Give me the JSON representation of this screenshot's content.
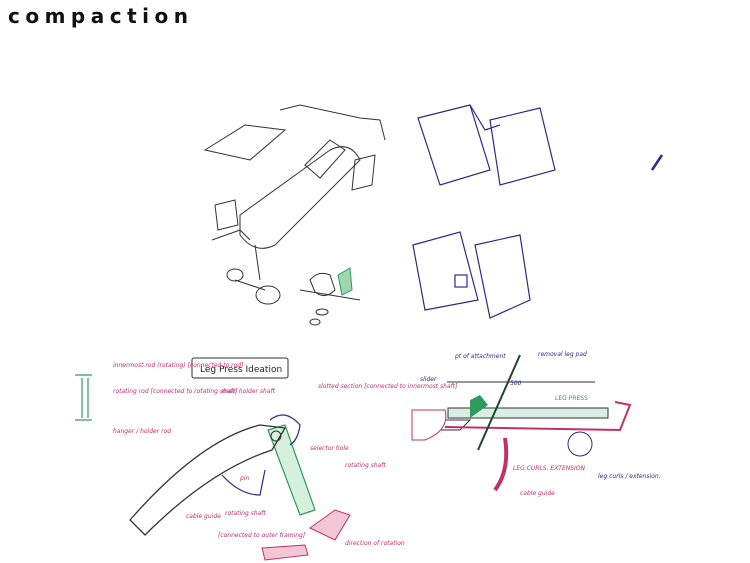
{
  "page": {
    "title": "compaction"
  },
  "sketch_leg_press": {
    "heading": "Leg Press Ideation",
    "labels": {
      "innermost_rod": "innermost rod (rotating) [connected to rod]",
      "rotating": "rotating rod [connected to rotating shaft]",
      "hanger": "hanger / holder rod",
      "main_holder": "main holder shaft",
      "slotted": "slotted section [connected to innermost shaft]",
      "selector_hole": "selector hole",
      "rotating_shaft": "rotating shaft",
      "pin": "pin",
      "cable_guide": "cable guide",
      "rotating_shaft2": "rotating shaft",
      "connected_outer": "[connected to outer framing]",
      "direction": "direction of rotation"
    }
  },
  "sketch_multi": {
    "labels": {
      "removal": "removal leg pad",
      "pt_attachment": "pt of attachment",
      "slider": "slider",
      "dimension": "500",
      "leg_press": "LEG PRESS",
      "leg_curls": "LEG CURLS, EXTENSION",
      "cable_guide": "cable guide",
      "leg_curls_ext": "leg curls / extension."
    }
  },
  "colors": {
    "pink": "#c0306a",
    "blue": "#2e2a8a",
    "green": "#2f9a5a"
  }
}
